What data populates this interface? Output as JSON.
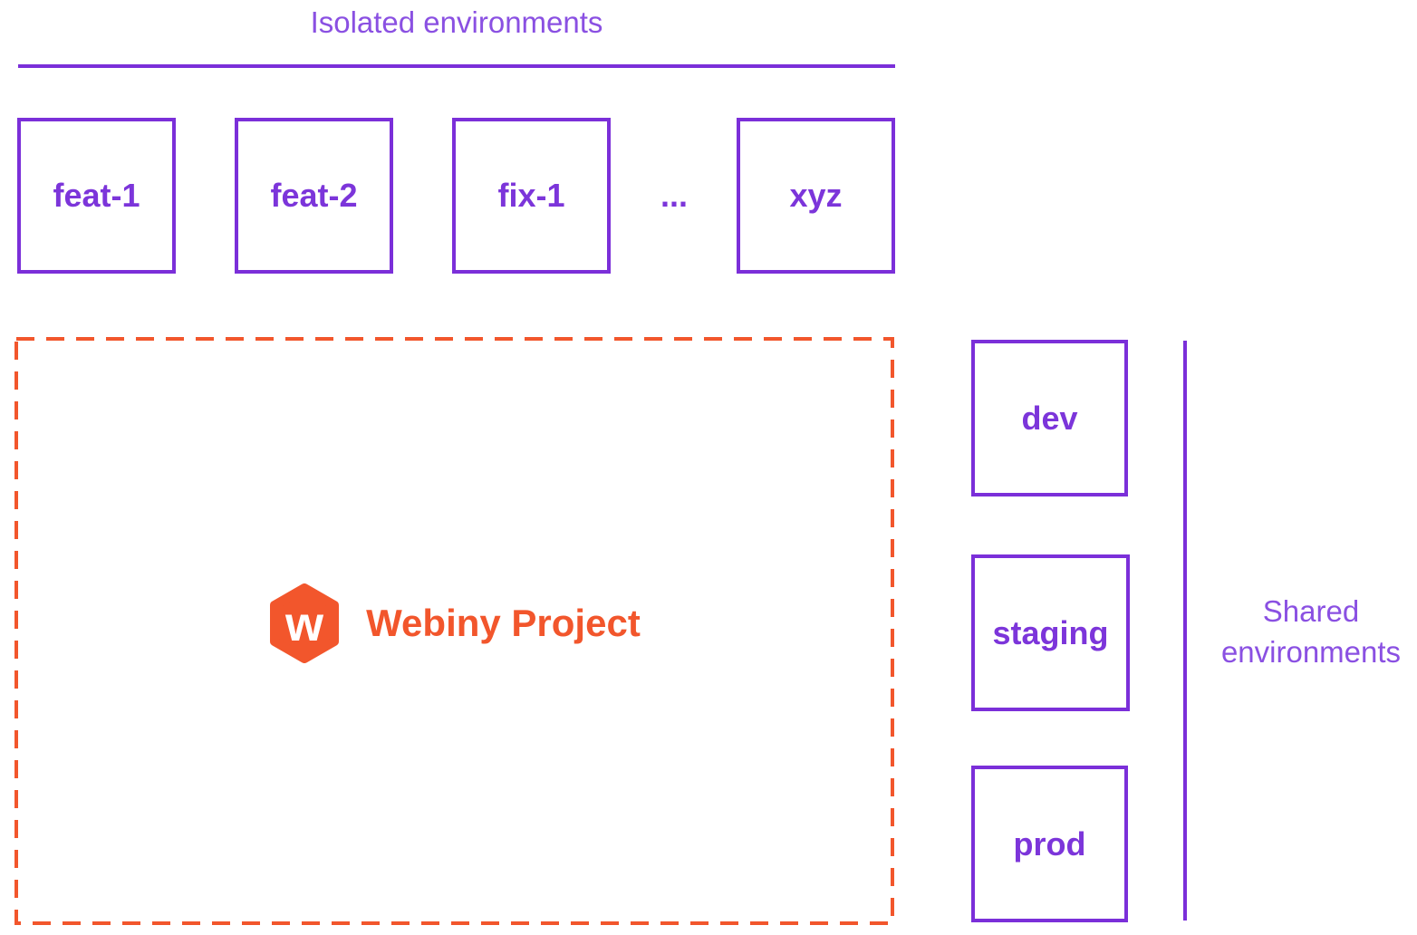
{
  "isolated": {
    "title": "Isolated environments",
    "boxes": [
      {
        "label": "feat-1"
      },
      {
        "label": "feat-2"
      },
      {
        "label": "fix-1"
      },
      {
        "label": "xyz"
      }
    ],
    "ellipsis": "..."
  },
  "project": {
    "name": "Webiny Project",
    "logo_icon": "webiny-hexagon-w-icon",
    "logo_letter": "w"
  },
  "shared": {
    "title_line1": "Shared",
    "title_line2": "environments",
    "boxes": [
      {
        "label": "dev"
      },
      {
        "label": "staging"
      },
      {
        "label": "prod"
      }
    ]
  },
  "colors": {
    "purple_border": "#7B2FD9",
    "purple_label": "#7C35DA",
    "purple_title": "#8A50E2",
    "orange": "#F2562C"
  }
}
